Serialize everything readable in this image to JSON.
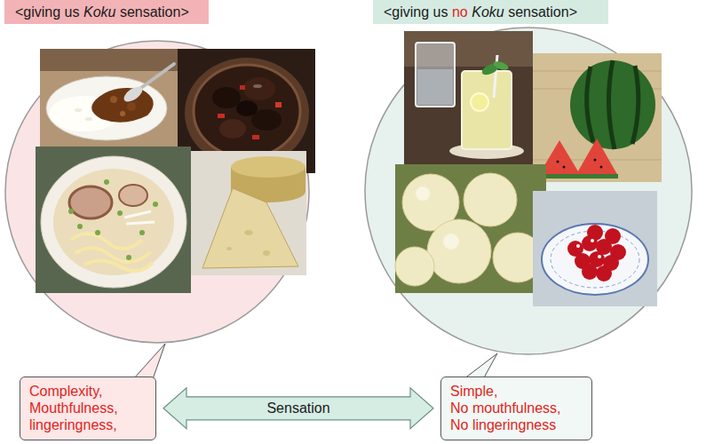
{
  "diagram": {
    "nodes": [
      {
        "text": [
          "<giving us Koku sensation>"
        ]
      },
      {
        "text": [
          "<giving us no Koku sensation>"
        ]
      },
      {
        "text": [
          "Complexity, Mouthfulness, lingeringness,"
        ]
      },
      {
        "text": [
          "Simple, No mouthfulness, No lingeringness"
        ]
      }
    ],
    "edges": [
      {
        "from": 2,
        "to": 3,
        "arrow": "both",
        "label": "Sensation"
      }
    ]
  }
}
